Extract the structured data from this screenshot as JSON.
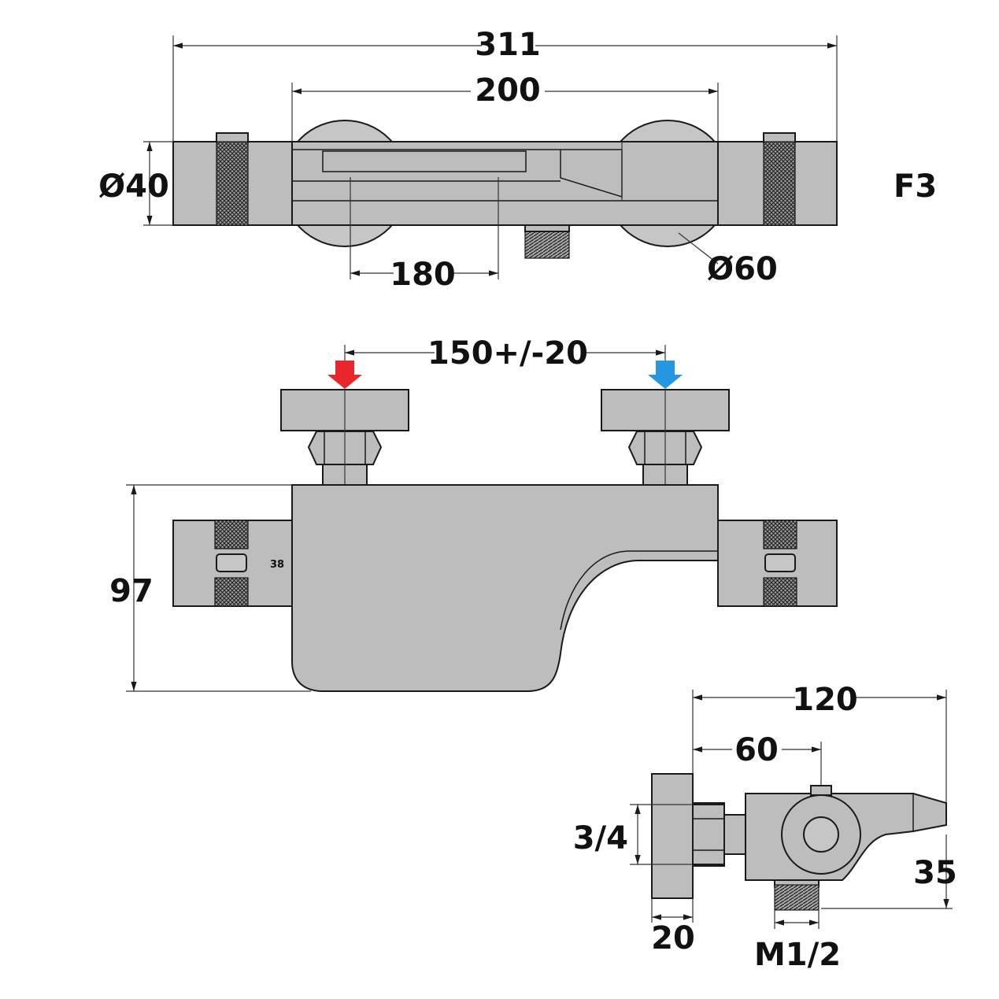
{
  "colors": {
    "body": "#bdbdbd",
    "outline": "#1a1a1a",
    "hot_arrow": "#e8262b",
    "cold_arrow": "#2596e0"
  },
  "top_view": {
    "overall_length": "311",
    "body_length": "200",
    "bar_diameter": "Ø40",
    "rosette_diameter": "Ø60",
    "inner_length": "180",
    "cut_off_label": "F3"
  },
  "front_view": {
    "connection_spacing": "150+/-20",
    "height": "97",
    "temperature_mark": "38",
    "hot_arrow_icon": "hot-inlet-arrow",
    "cold_arrow_icon": "cold-inlet-arrow"
  },
  "side_view": {
    "depth": "120",
    "centre_depth": "60",
    "inlet_thread": "3/4",
    "rosette_thickness": "20",
    "outlet_thread": "M1/2",
    "outlet_height": "35"
  }
}
